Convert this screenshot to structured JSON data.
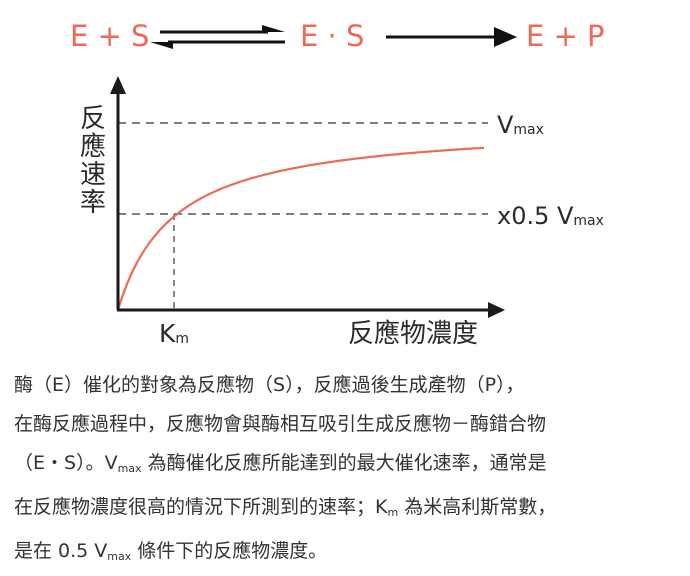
{
  "colors": {
    "accent": "#ef6a55",
    "axis": "#1a1a1a",
    "text": "#333333",
    "guide": "#555555"
  },
  "equation": {
    "left": "E + S",
    "middle": "E · S",
    "right": "E + P"
  },
  "graph": {
    "y_axis_label_chars": [
      "反",
      "應",
      "速",
      "率"
    ],
    "x_axis_label": "反應物濃度",
    "vmax_label": {
      "main": "V",
      "sub": "max"
    },
    "half_vmax_label": {
      "prefix": "x0.5 V",
      "sub": "max"
    },
    "km_label": {
      "main": "K",
      "sub": "m"
    }
  },
  "caption": {
    "line1": "酶（E）催化的對象為反應物（S），反應過後生成產物（P），",
    "line2": "在酶反應過程中，反應物會與酶相互吸引生成反應物－酶錯合物",
    "line3a": "（E・S）。V",
    "line3sub": "max",
    "line3b": " 為酶催化反應所能達到的最大催化速率，通常是",
    "line4a": "在反應物濃度很高的情況下所測到的速率；K",
    "line4sub": "m",
    "line4b": " 為米高利斯常數，",
    "line5a": "是在 0.5 V",
    "line5sub": "max",
    "line5b": " 條件下的反應物濃度。"
  }
}
